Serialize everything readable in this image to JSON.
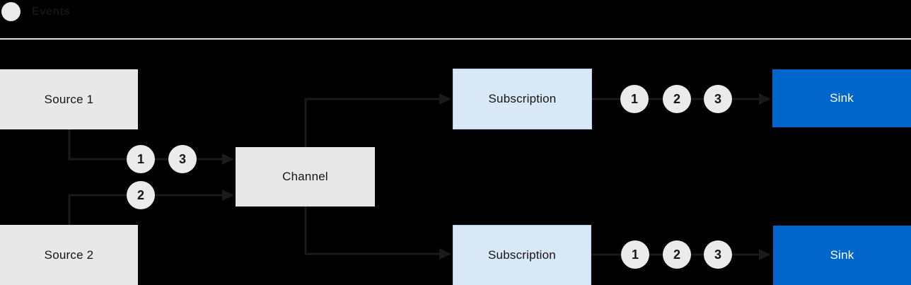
{
  "legend": {
    "label": "Events"
  },
  "nodes": {
    "source1": {
      "label": "Source 1"
    },
    "source2": {
      "label": "Source 2"
    },
    "channel": {
      "label": "Channel"
    },
    "subscription_top": {
      "label": "Subscription"
    },
    "subscription_bottom": {
      "label": "Subscription"
    },
    "sink_top": {
      "label": "Sink"
    },
    "sink_bottom": {
      "label": "Sink"
    }
  },
  "events": {
    "source_line1": [
      "1",
      "3"
    ],
    "source_line2": [
      "2"
    ],
    "subscription_top_to_sink": [
      "1",
      "2",
      "3"
    ],
    "subscription_bottom_to_sink": [
      "1",
      "2",
      "3"
    ]
  },
  "colors": {
    "background": "#000000",
    "box_gray": "#e8e8e8",
    "box_blue_fill": "#d8e8f7",
    "box_blue_border": "#b7d0ea",
    "sink_blue": "#0066cc",
    "circle_fill": "#ebebeb",
    "line_dark": "#1a1a1a",
    "text_dark": "#151515",
    "text_light": "#ffffff",
    "separator": "#e0e0e0"
  }
}
